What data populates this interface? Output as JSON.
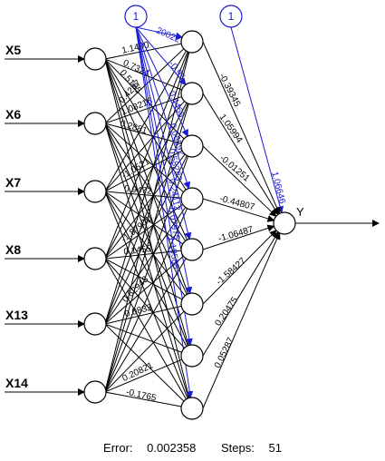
{
  "inputs": [
    "X5",
    "X6",
    "X7",
    "X8",
    "X13",
    "X14"
  ],
  "output": "Y",
  "bias_label": "1",
  "input_hidden_weights_visible": [
    "1.1490",
    "0.7324",
    "0.5185",
    "0.4237",
    "1.08216",
    "0.2881",
    "-1.0521",
    "0.9472",
    "-1.87901",
    "0.62948",
    "0.20821",
    "-0.1765",
    "0.0833",
    "0.1455"
  ],
  "hidden_output_weights": [
    "-0.39345",
    "1.05994",
    "-0.01251",
    "-0.44807",
    "-1.06487",
    "-1.58427",
    "0.20475",
    "0.05287"
  ],
  "bias_hidden_weights": [
    "20022",
    "-0.95",
    "0.4466",
    "-0.06592",
    "0.58283",
    "0.24112",
    "0.07975",
    "1.19588"
  ],
  "bias_output_weight": "1.06646",
  "footer": {
    "error_label": "Error:",
    "error_value": "0.002358",
    "steps_label": "Steps:",
    "steps_value": "51"
  }
}
